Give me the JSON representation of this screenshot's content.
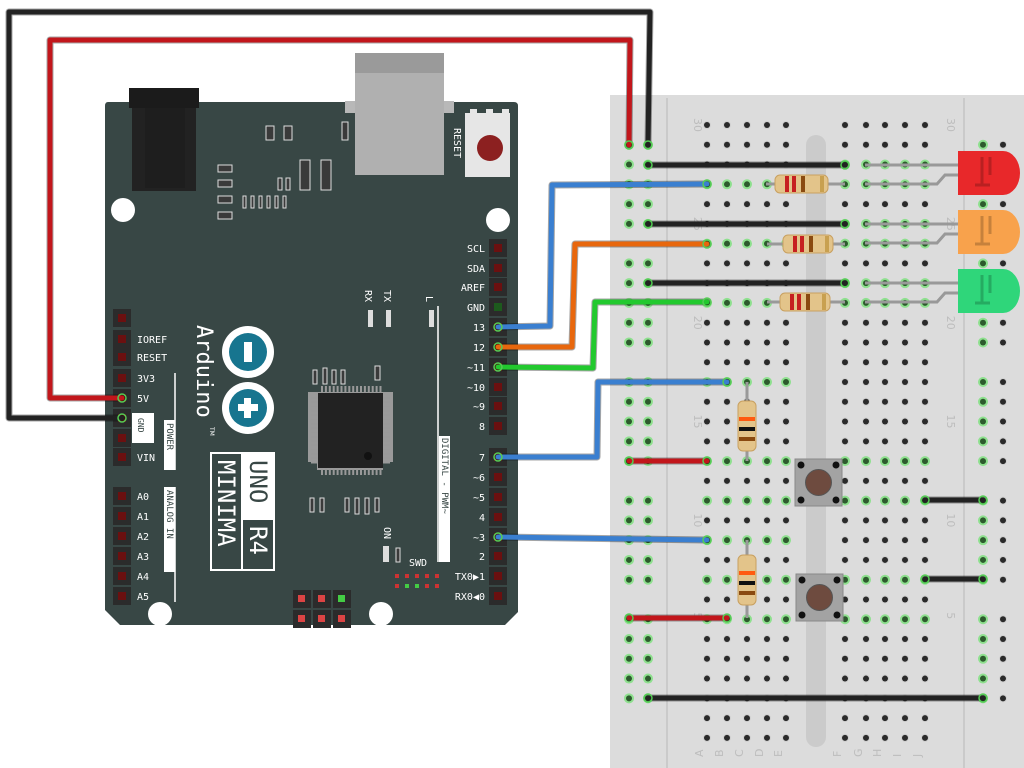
{
  "board": {
    "brand": "Arduino",
    "tm": "TM",
    "model_line1": "UNO",
    "model_line2": "R4",
    "model_line3": "MINIMA",
    "reset_label": "RESET",
    "rx_label": "RX",
    "tx_label": "TX",
    "l_label": "L",
    "on_label": "ON",
    "swd_label": "SWD",
    "power_label": "POWER",
    "analog_label": "ANALOG IN",
    "digital_label": "DIGITAL - PWM~",
    "left_pins": [
      "IOREF",
      "RESET",
      "3V3",
      "5V",
      "GND",
      "VIN"
    ],
    "analog_pins": [
      "A0",
      "A1",
      "A2",
      "A3",
      "A4",
      "A5"
    ],
    "right_pins": [
      "SCL",
      "SDA",
      "AREF",
      "GND",
      "13",
      "12",
      "~11",
      "~10",
      "~9",
      "8",
      "7",
      "~6",
      "~5",
      "4",
      "~3",
      "2",
      "TX0▶1",
      "RX0◀0"
    ]
  },
  "breadboard": {
    "row_numbers": [
      "30",
      "25",
      "20",
      "15",
      "10",
      "5"
    ],
    "columns": [
      "A",
      "B",
      "C",
      "D",
      "E",
      "F",
      "G",
      "H",
      "I",
      "J"
    ]
  },
  "colors": {
    "pcb": "#384745",
    "wire_red": "#c2161b",
    "wire_black": "#222222",
    "wire_blue": "#3a7fd0",
    "wire_orange": "#e8670d",
    "wire_green": "#22c92e",
    "led_red": "#e8282a",
    "led_orange": "#f8a24c",
    "led_green": "#2fd67a"
  }
}
